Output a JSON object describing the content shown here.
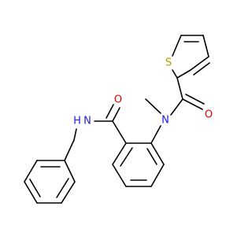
{
  "molecule": {
    "atoms": {
      "sulfur": {
        "symbol": "S",
        "color": "#b2a000"
      },
      "oxygen_thiophene_amide": {
        "symbol": "O",
        "color": "#e00000"
      },
      "nitrogen_methyl_amide": {
        "symbol": "N",
        "color": "#2020e0"
      },
      "oxygen_benzamide": {
        "symbol": "O",
        "color": "#e00000"
      },
      "nitrogen_benzyl_amide": {
        "symbol": "N",
        "color": "#2020e0"
      },
      "hydrogen_benzyl_amide": {
        "symbol": "H",
        "color": "#2020e0"
      }
    },
    "bond_color": "#000000",
    "background": "#ffffff"
  }
}
